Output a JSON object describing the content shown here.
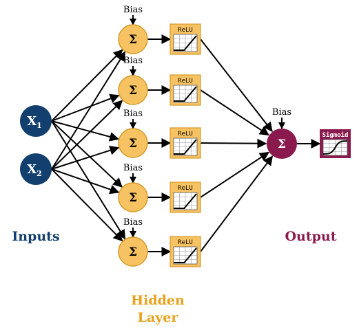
{
  "inputs": [
    {
      "letter": "X",
      "sub": "1"
    },
    {
      "letter": "X",
      "sub": "2"
    }
  ],
  "hidden_layer": {
    "symbol": "Σ",
    "bias_label": "Bias",
    "activation_label": "ReLU",
    "neuron_count": 5
  },
  "output": {
    "symbol": "Σ",
    "bias_label": "Bias",
    "activation_label": "Sigmoid"
  },
  "labels": {
    "inputs": "Inputs",
    "hidden_line1": "Hidden",
    "hidden_line2": "Layer",
    "output": "Output"
  },
  "colors": {
    "input_node": "#123f6e",
    "hidden_node": "#f7c261",
    "hidden_border": "#d69a2a",
    "output_node": "#8a1a4d",
    "hidden_text": "#e8a11a",
    "edge": "#000000",
    "grid": "#9a9a9a"
  }
}
